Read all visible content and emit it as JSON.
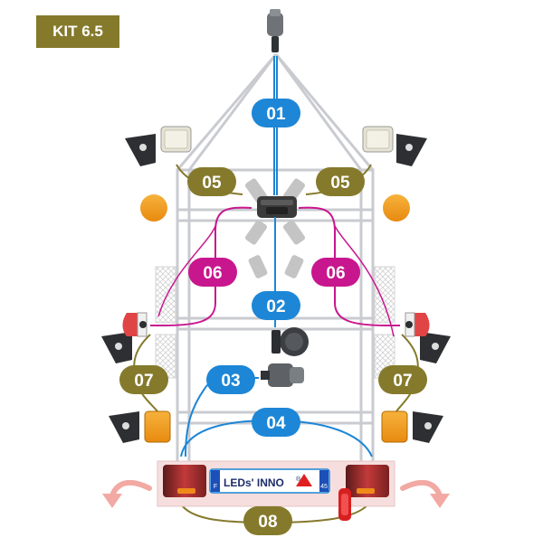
{
  "kit_label": "KIT 6.5",
  "colors": {
    "olive": "#857a2c",
    "blue": "#1d86d6",
    "magenta": "#c8168e",
    "frame": "#c9cbd0",
    "orange": "#f0a030",
    "red_arrow": "#f2a9a3"
  },
  "cables": [
    {
      "id": "01",
      "color": "blue"
    },
    {
      "id": "02",
      "color": "blue"
    },
    {
      "id": "03",
      "color": "blue"
    },
    {
      "id": "04",
      "color": "blue"
    },
    {
      "id": "05",
      "color": "olive"
    },
    {
      "id": "05",
      "color": "olive"
    },
    {
      "id": "06",
      "color": "magenta"
    },
    {
      "id": "06",
      "color": "magenta"
    },
    {
      "id": "07",
      "color": "olive"
    },
    {
      "id": "07",
      "color": "olive"
    },
    {
      "id": "08",
      "color": "olive"
    }
  ],
  "plate": {
    "country": "F",
    "brand": "LEDs' INNO",
    "reg": "®",
    "number": "45"
  },
  "icons": [
    "plug-7pin-icon",
    "socket-13pin-icon",
    "adapter-13pin-icon",
    "junction-box-icon",
    "front-marker-light-icon",
    "side-marker-orange-icon",
    "bracket-icon",
    "rear-lamp-icon",
    "plate-light-icon",
    "curved-arrow-icon"
  ]
}
